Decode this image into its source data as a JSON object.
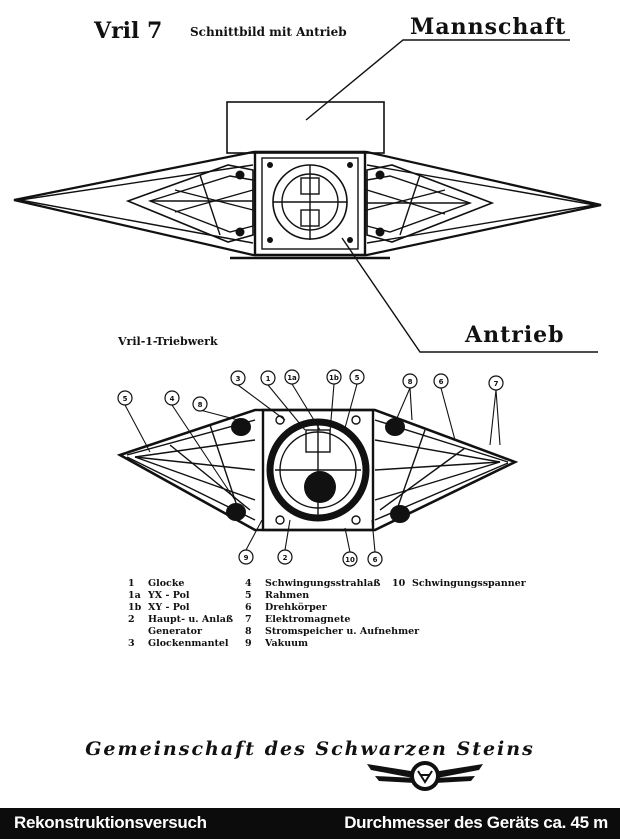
{
  "title": "Vril 7",
  "subtitle": "Schnittbild mit Antrieb",
  "labels": {
    "mannschaft": "Mannschaft",
    "antrieb": "Antrieb",
    "triebwerk": "Vril-1-Triebwerk"
  },
  "callouts_top": [
    "3",
    "1",
    "1a",
    "1b",
    "5",
    "8",
    "6",
    "7"
  ],
  "callouts_left": [
    "5",
    "4",
    "8"
  ],
  "callouts_bottom": [
    "9",
    "2",
    "10",
    "6"
  ],
  "legend": {
    "col1": [
      {
        "n": "1",
        "t": "Glocke"
      },
      {
        "n": "1a",
        "t": "YX - Pol"
      },
      {
        "n": "1b",
        "t": "XY - Pol"
      },
      {
        "n": "2",
        "t": "Haupt- u. Anlaß"
      },
      {
        "n": "",
        "t": "Generator"
      },
      {
        "n": "3",
        "t": "Glockenmantel"
      }
    ],
    "col2": [
      {
        "n": "4",
        "t": "Schwingungsstrahlaß"
      },
      {
        "n": "5",
        "t": "Rahmen"
      },
      {
        "n": "6",
        "t": "Drehkörper"
      },
      {
        "n": "7",
        "t": "Elektromagnete"
      },
      {
        "n": "8",
        "t": "Stromspeicher u. Aufnehmer"
      },
      {
        "n": "9",
        "t": "Vakuum"
      }
    ],
    "col3": [
      {
        "n": "10",
        "t": "Schwingungsspanner"
      }
    ]
  },
  "organization": "Gemeinschaft des Schwarzen Steins",
  "footer": {
    "left": "Rekonstruktionsversuch",
    "right": "Durchmesser des Geräts ca. 45 m"
  },
  "emblem_icon": "winged-emblem-icon"
}
